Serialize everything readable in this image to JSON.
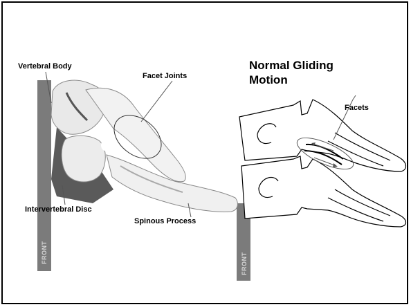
{
  "labels": {
    "vertebral_body": "Vertebral Body",
    "facet_joints": "Facet Joints",
    "intervertebral_disc": "Intervertebral Disc",
    "spinous_process": "Spinous Process",
    "facets": "Facets",
    "front_left": "FRONT",
    "front_right": "FRONT"
  },
  "right_title": "Normal Gliding Motion",
  "colors": {
    "bar": "#7b7b7b",
    "bone_light": "#efefef",
    "bone_shadow": "#555555",
    "outline": "#000000"
  }
}
